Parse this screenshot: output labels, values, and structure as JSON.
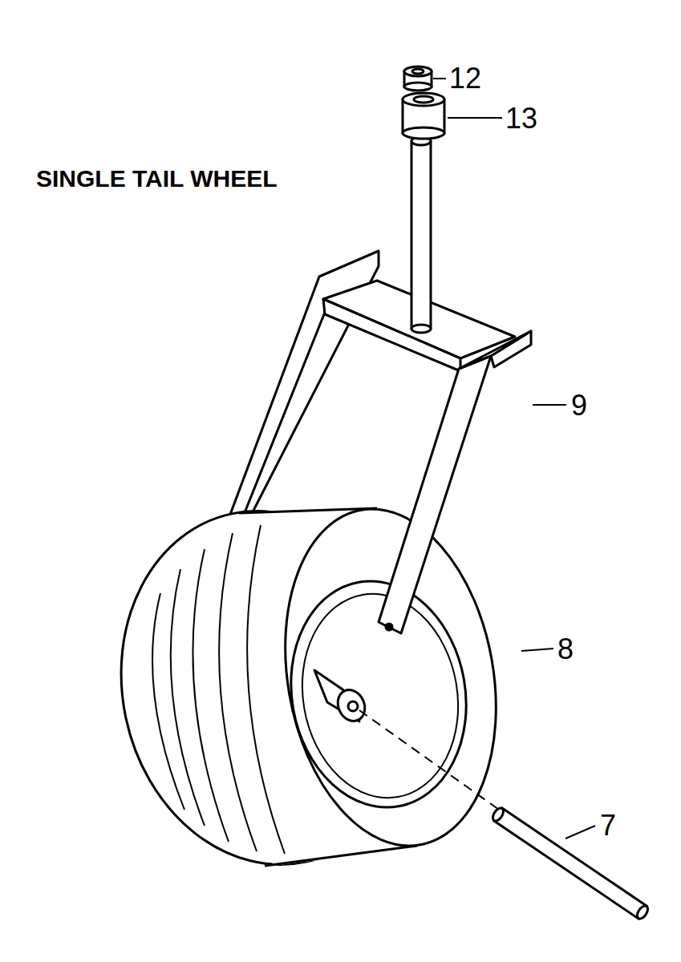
{
  "diagram": {
    "title": "SINGLE TAIL WHEEL",
    "labels": [
      "12",
      "13",
      "9",
      "8",
      "7"
    ]
  }
}
